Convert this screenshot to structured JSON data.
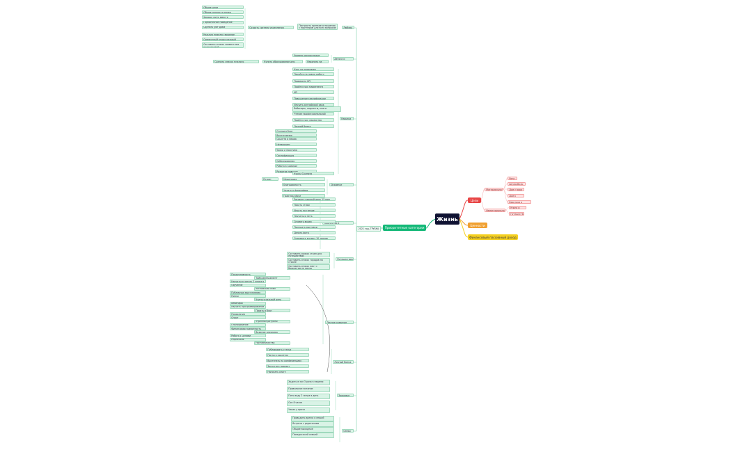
{
  "root": "Жизнь",
  "goals": {
    "label": "Цели",
    "material": "Материальное",
    "material_items": [
      "Яхта",
      "Автомобиль мечты",
      "Дом у моря",
      "Дом в горах",
      "Квартира в столице"
    ],
    "immaterial": "Нематериальное",
    "immaterial_items": [
      "Книги и курсы",
      "Путешествия"
    ]
  },
  "values": "Ценности",
  "finance": "Финансовый пассивный доход",
  "category": "Приоритетные категории",
  "year": "2021 год, ТРУБКА",
  "sections": {
    "love": {
      "label": "Любовь",
      "sub": "Построить крепкие отношения с партнером для всех вопросов",
      "sub2": "Создать систему укрепления отношений",
      "items": [
        "Общие цели",
        "Общие ценности семьи",
        "Хорошо жить вместе",
        "Гармоничное поведение",
        "Сделать уют дома",
        "Каждую неделю свидание",
        "Совместный отдых каждый месяц",
        "Составить список совместных путешествий"
      ]
    },
    "finance_block": {
      "label": "Деньги и финансы",
      "items": [
        "Уровень дохода выше",
        "Накопить на ремонт",
        "Купить оборудование для хобби"
      ],
      "deep": "Сделать список нужного оборудования"
    },
    "career": {
      "label": "Карьера",
      "items": [
        "Курс по продажам",
        "Перейти на новую работу",
        "Проверить KPI",
        "Пройти курс маркетинга",
        "KPI",
        "Повышение квалификации",
        "Изучить английский язык",
        "Вебинары, подкасты, книги",
        "Чтение профессиональной литературы",
        "Пройти курс лидерства",
        "Личный бренд",
        "Статьи в блог",
        "Выступления",
        "Соцсети и медиа",
        "Нетворкинг",
        "Уроки и практика",
        "Сертификация",
        "Собеседования",
        "Работа в команде",
        "Развитие навыков",
        "Курсы Coursera"
      ]
    },
    "spiritual": {
      "label": "Духовное развитие",
      "items": [
        "Медитация",
        "Благодарность",
        "Читать о философии",
        "Практика йоги"
      ],
      "extra": "Ретрит"
    },
    "creativity": {
      "label": "Творчество и самовыражение",
      "items": [
        "Рисовать каждый день 15 мин",
        "Писать стихи",
        "Играть на гитаре",
        "Научиться петь",
        "Снимать видео",
        "Посещать выставки",
        "Делать фото",
        "Создавать музыку 10 треков"
      ]
    },
    "travel": {
      "label": "Путешествия",
      "items": [
        "Составить список стран для путешествий",
        "Составить список городов по стране",
        "Составить список мест с бюджетом на месяц"
      ]
    },
    "growth": {
      "label": "Личное развитие",
      "items": [
        "Продуктивность",
        "Тайм-менеджмент",
        "Научиться читать 2 книги в неделю",
        "Обучение",
        "Английский язык",
        "Публичные выступления",
        "Курсы",
        "Учиться каждый день",
        "Вебинары",
        "Изучить программирование",
        "Писать в блог",
        "Психология",
        "Спорт",
        "Утренние ритуалы",
        "Планирование",
        "Финансовая грамотность",
        "Ведение дневника",
        "Работа с целями",
        "Рефлексия",
        "Наставничество"
      ]
    },
    "brand": {
      "label": "Личный бренд",
      "items": [
        "Публиковать статьи",
        "Посты в соцсетях",
        "Выступать на конференциях",
        "Запустить подкаст",
        "Написать книгу"
      ]
    },
    "health": {
      "label": "Здоровье",
      "items": [
        "Ходить в зал 3 раза в неделю",
        "Правильное питание",
        "Пить воду 2 литра в день",
        "Сон 8 часов",
        "Чекап у врача"
      ]
    },
    "family": {
      "label": "Семья",
      "items": [
        "Проводить время с семьей",
        "Встречи с родителями",
        "Общие выходные",
        "Поездки всей семьей"
      ]
    }
  }
}
